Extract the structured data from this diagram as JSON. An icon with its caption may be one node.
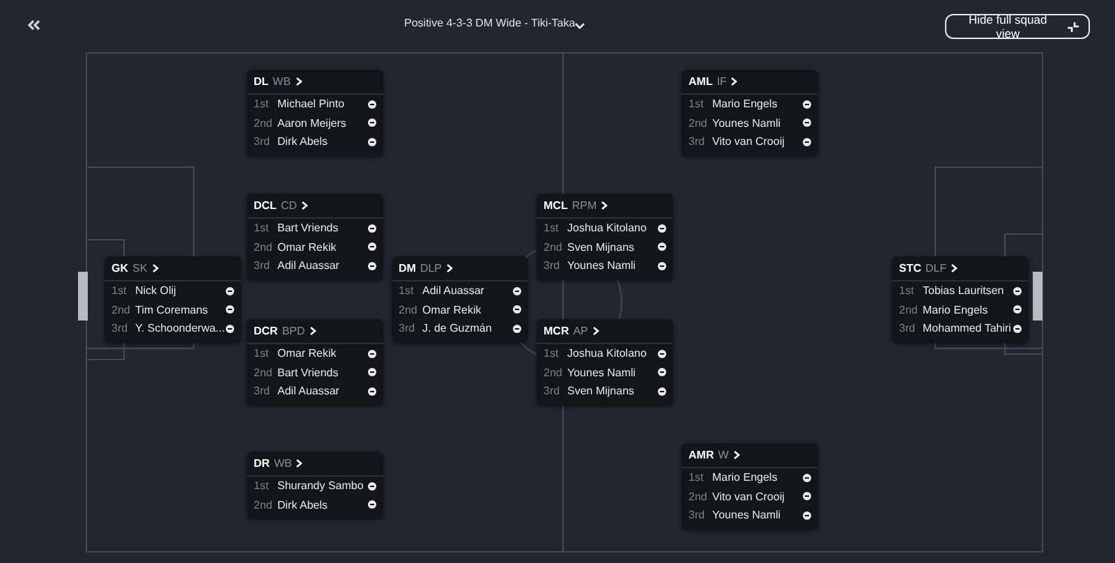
{
  "diagram": {
    "title": "Positive 4-3-3 DM Wide - Tiki-Taka",
    "nodes": [
      {
        "text": [
          "GK",
          "SK",
          "1st",
          "Nick Olij",
          "2nd",
          "Tim Coremans",
          "3rd",
          "Y. Schoonderwa..."
        ]
      },
      {
        "text": [
          "DL",
          "WB",
          "1st",
          "Michael Pinto",
          "2nd",
          "Aaron Meijers",
          "3rd",
          "Dirk Abels"
        ]
      },
      {
        "text": [
          "DCL",
          "CD",
          "1st",
          "Bart Vriends",
          "2nd",
          "Omar Rekik",
          "3rd",
          "Adil Auassar"
        ]
      },
      {
        "text": [
          "DCR",
          "BPD",
          "1st",
          "Omar Rekik",
          "2nd",
          "Bart Vriends",
          "3rd",
          "Adil Auassar"
        ]
      },
      {
        "text": [
          "DR",
          "WB",
          "1st",
          "Shurandy Sambo",
          "2nd",
          "Dirk Abels"
        ]
      },
      {
        "text": [
          "DM",
          "DLP",
          "1st",
          "Adil Auassar",
          "2nd",
          "Omar Rekik",
          "3rd",
          "J. de Guzmán"
        ]
      },
      {
        "text": [
          "MCL",
          "RPM",
          "1st",
          "Joshua Kitolano",
          "2nd",
          "Sven Mijnans",
          "3rd",
          "Younes Namli"
        ]
      },
      {
        "text": [
          "MCR",
          "AP",
          "1st",
          "Joshua Kitolano",
          "2nd",
          "Younes Namli",
          "3rd",
          "Sven Mijnans"
        ]
      },
      {
        "text": [
          "AML",
          "IF",
          "1st",
          "Mario Engels",
          "2nd",
          "Younes Namli",
          "3rd",
          "Vito van Crooij"
        ]
      },
      {
        "text": [
          "AMR",
          "W",
          "1st",
          "Mario Engels",
          "2nd",
          "Vito van Crooij",
          "3rd",
          "Younes Namli"
        ]
      },
      {
        "text": [
          "STC",
          "DLF",
          "1st",
          "Tobias Lauritsen",
          "2nd",
          "Mario Engels",
          "3rd",
          "Mohammed Tahiri"
        ]
      }
    ],
    "labels": [
      "Hide full squad view"
    ]
  }
}
